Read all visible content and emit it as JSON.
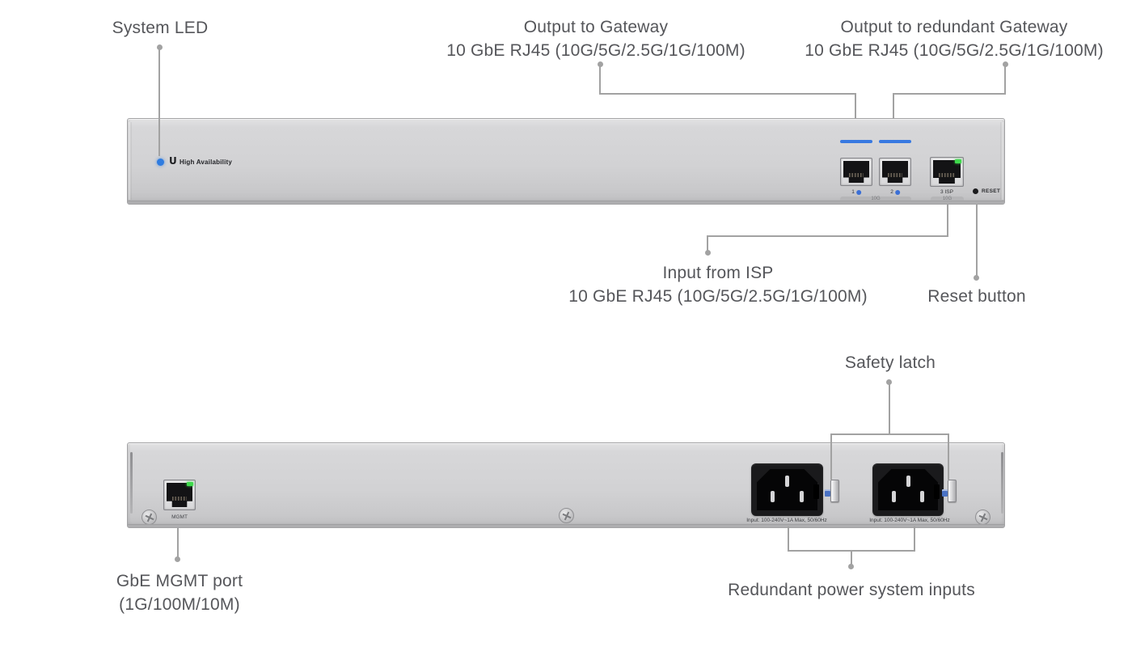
{
  "page": {
    "background": "#ffffff"
  },
  "colors": {
    "label_text": "#55565a",
    "callout_line": "#a2a2a2",
    "chassis_silver": "#d2d2d4",
    "accent_blue": "#3879e1",
    "led_blue": "#2f7ce0",
    "led_green": "#3fd94c"
  },
  "callouts": {
    "system_led": {
      "label": "System LED"
    },
    "output_gateway": {
      "line1": "Output to Gateway",
      "line2": "10 GbE RJ45 (10G/5G/2.5G/1G/100M)"
    },
    "output_redundant_gateway": {
      "line1": "Output to redundant Gateway",
      "line2": "10 GbE RJ45 (10G/5G/2.5G/1G/100M)"
    },
    "input_from_isp": {
      "line1": "Input from ISP",
      "line2": "10 GbE RJ45 (10G/5G/2.5G/1G/100M)"
    },
    "reset_button": {
      "label": "Reset button"
    },
    "safety_latch": {
      "label": "Safety latch"
    },
    "gbe_mgmt_port": {
      "line1": "GbE MGMT port",
      "line2": "(1G/100M/10M)"
    },
    "redundant_power": {
      "label": "Redundant power system inputs"
    }
  },
  "front_panel": {
    "logo_glyph": "U",
    "brand_label": "High Availability",
    "port1_label": "1",
    "port2_label": "2",
    "port3_label": "3 ISP",
    "speed_label": "10G",
    "reset_label": "RESET"
  },
  "back_panel": {
    "mgmt_port_label": "MGMT",
    "power_input_label": "Input: 100-240V~1A Max, 50/60Hz"
  }
}
